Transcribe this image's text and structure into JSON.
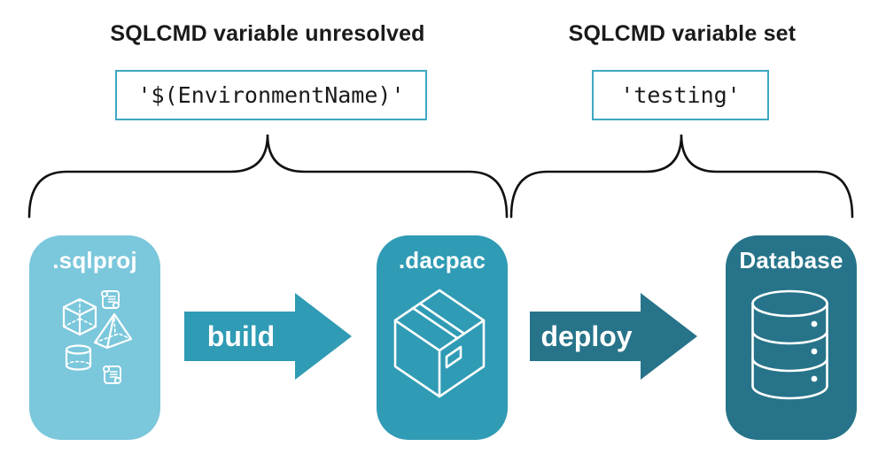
{
  "groups": {
    "unresolved": {
      "heading": "SQLCMD variable unresolved",
      "code": "'$(EnvironmentName)'"
    },
    "set": {
      "heading": "SQLCMD variable set",
      "code": "'testing'"
    }
  },
  "pipeline": {
    "nodes": [
      {
        "id": "sqlproj",
        "label": ".sqlproj",
        "color": "#7bc7dc",
        "icon": "sql-objects-icons"
      },
      {
        "id": "dacpac",
        "label": ".dacpac",
        "color": "#2f9bb4",
        "icon": "package-box-icon"
      },
      {
        "id": "database",
        "label": "Database",
        "color": "#27748a",
        "icon": "database-icon"
      }
    ],
    "arrows": [
      {
        "label": "build",
        "color": "#2f9bb4"
      },
      {
        "label": "deploy",
        "color": "#27748a"
      }
    ]
  },
  "colors": {
    "background": "#ffffff",
    "code_box_border": "#3ea7c2",
    "brace_stroke": "#111111",
    "heading_text": "#1a1a1a",
    "icon_stroke": "#ffffff"
  }
}
